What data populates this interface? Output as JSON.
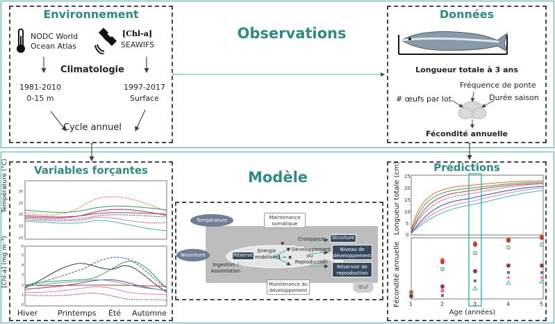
{
  "title": {
    "observations": "Observations",
    "modele": "Modèle"
  },
  "environnement": {
    "title": "Environnement",
    "source1": "NODC World Ocean Atlas",
    "source2": "[Chl-a]",
    "source2b": "SEAWIFS",
    "climatologie": "Climatologie",
    "left_period": "1981-2010",
    "left_depth": "0-15 m",
    "right_period": "1997-2017",
    "right_depth": "Surface",
    "cycle": "Cycle annuel"
  },
  "donnees": {
    "title": "Données",
    "longueur": "Longueur totale à 3 ans",
    "frequence": "Fréquence de ponte",
    "oeufs": "# œufs par lot",
    "duree": "Durée saison",
    "fecondite": "Fécondité annuelle"
  },
  "variables": {
    "title": "Variables forçantes",
    "temp_label": "Température (°C)",
    "chl_label": "[Chl-a] (mg m⁻³)",
    "seasons": [
      "Hiver",
      "Printemps",
      "Été",
      "Automne"
    ],
    "temp_ticks": [
      "10",
      "15",
      "20",
      "25",
      "30"
    ],
    "chl_ticks": [
      "0",
      "1",
      "2",
      "3",
      "4",
      "5",
      "6"
    ]
  },
  "modele": {
    "temperature": "Température",
    "nourriture": "Nourriture",
    "maintenance_somatique": "Maintenance somatique",
    "croissance": "Croissance",
    "structure": "Structure",
    "developpement": "Développement",
    "ou": "ou",
    "reproduction": "Reproduction",
    "niveau": "Niveau de développement",
    "reservoir": "Réservoir de reproduction",
    "reserve": "Réserve",
    "energie": "Energie mobilisée",
    "one_minus_kappa": "1 − κ",
    "kappa": "κ",
    "ingestion": "Ingestion / Assimilation",
    "maintenance_dev": "Maintenance du développement",
    "oeuf": "Œuf"
  },
  "predictions": {
    "title": "Prédictions",
    "ylabel_top": "Longueur totale (cm)",
    "ylabel_bottom": "Fécondité annuelle",
    "xlabel": "Age (années)",
    "x_ticks": [
      "1",
      "2",
      "3",
      "4",
      "5"
    ],
    "y_ticks_top": [
      "0",
      "5",
      "10",
      "15",
      "20",
      "25"
    ]
  },
  "colors": {
    "teal": "#2e8a84",
    "dark": "#3f4652",
    "cyan": "#3cb9b5"
  }
}
